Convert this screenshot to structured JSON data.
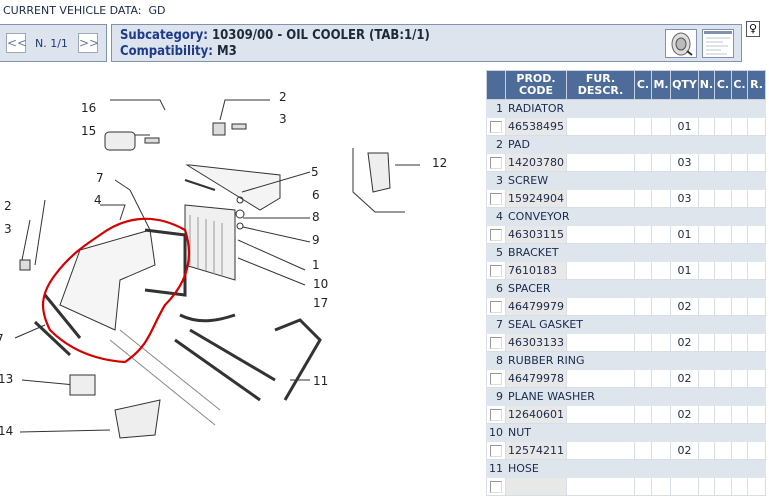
{
  "vehicle": {
    "label": "CURRENT VEHICLE DATA:",
    "value": "GD"
  },
  "nav": {
    "prev": "<<",
    "page": "N. 1/1",
    "next": ">>"
  },
  "subcategory": {
    "label": "Subcategory:",
    "value": "10309/00 - OIL COOLER (TAB:1/1)",
    "compat_label": "Compatibility:",
    "compat_value": "M3"
  },
  "icons": {
    "wheel": "wheel-view-icon",
    "list": "list-view-icon",
    "bulb": "bulb-hint-icon"
  },
  "table": {
    "headers": [
      "",
      "PROD. CODE",
      "FUR. DESCR.",
      "C.",
      "M.",
      "QTY",
      "N.",
      "C.",
      "C.",
      "R."
    ],
    "items": [
      {
        "num": "1",
        "name": "RADIATOR",
        "code": "46538495",
        "qty": "01"
      },
      {
        "num": "2",
        "name": "PAD",
        "code": "14203780",
        "qty": "03"
      },
      {
        "num": "3",
        "name": "SCREW",
        "code": "15924904",
        "qty": "03"
      },
      {
        "num": "4",
        "name": "CONVEYOR",
        "code": "46303115",
        "qty": "01"
      },
      {
        "num": "5",
        "name": "BRACKET",
        "code": "7610183",
        "qty": "01"
      },
      {
        "num": "6",
        "name": "SPACER",
        "code": "46479979",
        "qty": "02"
      },
      {
        "num": "7",
        "name": "SEAL GASKET",
        "code": "46303133",
        "qty": "02"
      },
      {
        "num": "8",
        "name": "RUBBER RING",
        "code": "46479978",
        "qty": "02"
      },
      {
        "num": "9",
        "name": "PLANE WASHER",
        "code": "12640601",
        "qty": "02"
      },
      {
        "num": "10",
        "name": "NUT",
        "code": "12574211",
        "qty": "02"
      },
      {
        "num": "11",
        "name": "HOSE",
        "code": "",
        "qty": ""
      }
    ]
  },
  "diagram": {
    "callouts": [
      "16",
      "2",
      "15",
      "3",
      "12",
      "5",
      "6",
      "8",
      "9",
      "1",
      "10",
      "17",
      "11",
      "7",
      "4",
      "2",
      "3",
      "7",
      "13",
      "14"
    ]
  }
}
